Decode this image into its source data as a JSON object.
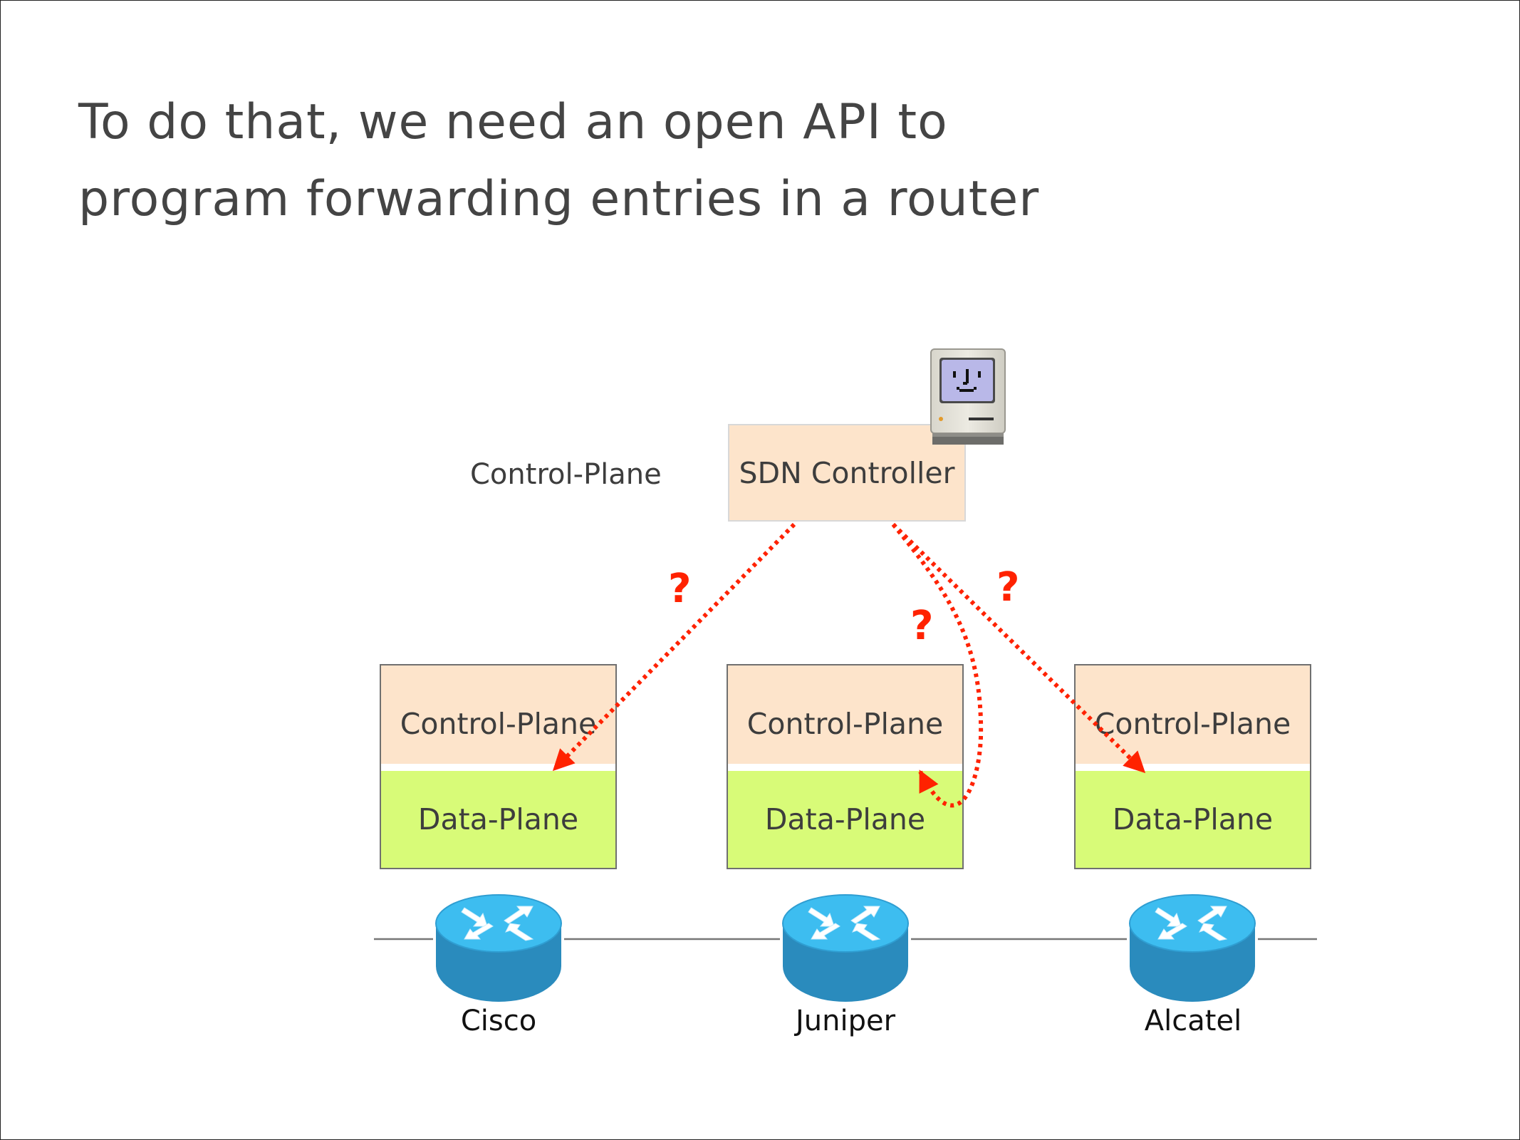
{
  "slide": {
    "title_lines": [
      "To do that, we need an open API to",
      "program forwarding entries in a router"
    ],
    "control_plane_label": "Control-Plane",
    "controller": {
      "label": "SDN Controller",
      "icon": "classic-mac-computer-icon"
    },
    "routers": [
      {
        "vendor": "Cisco",
        "control_plane": "Control-Plane",
        "data_plane": "Data-Plane"
      },
      {
        "vendor": "Juniper",
        "control_plane": "Control-Plane",
        "data_plane": "Data-Plane"
      },
      {
        "vendor": "Alcatel",
        "control_plane": "Control-Plane",
        "data_plane": "Data-Plane"
      }
    ],
    "arrow_question_mark": "?",
    "colors": {
      "control_plane_fill": "#fde4cb",
      "data_plane_fill": "#d8fb78",
      "arrow": "#ff2200",
      "router_top": "#3dbdf0",
      "router_side": "#2a8bbd",
      "text": "#444444"
    }
  }
}
